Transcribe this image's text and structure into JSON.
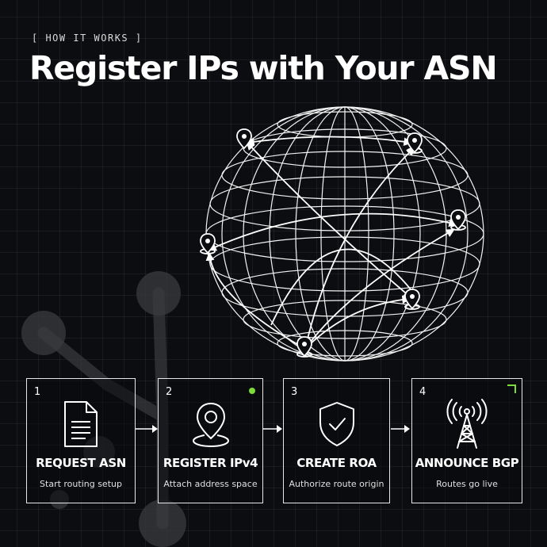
{
  "header": {
    "eyebrow": "[ HOW IT WORKS ]",
    "title": "Register IPs with Your ASN"
  },
  "colors": {
    "background": "#0c0d10",
    "accent_green": "#7ddc3a",
    "line": "#ffffff"
  },
  "steps": [
    {
      "number": "1",
      "title": "REQUEST ASN",
      "subtitle": "Start routing setup",
      "icon": "document-icon"
    },
    {
      "number": "2",
      "title": "REGISTER IPv4",
      "subtitle": "Attach address space",
      "icon": "location-pin-icon",
      "marker": "green-dot"
    },
    {
      "number": "3",
      "title": "CREATE ROA",
      "subtitle": "Authorize route origin",
      "icon": "shield-check-icon"
    },
    {
      "number": "4",
      "title": "ANNOUNCE BGP",
      "subtitle": "Routes go live",
      "icon": "broadcast-tower-icon",
      "marker": "green-corner"
    }
  ]
}
